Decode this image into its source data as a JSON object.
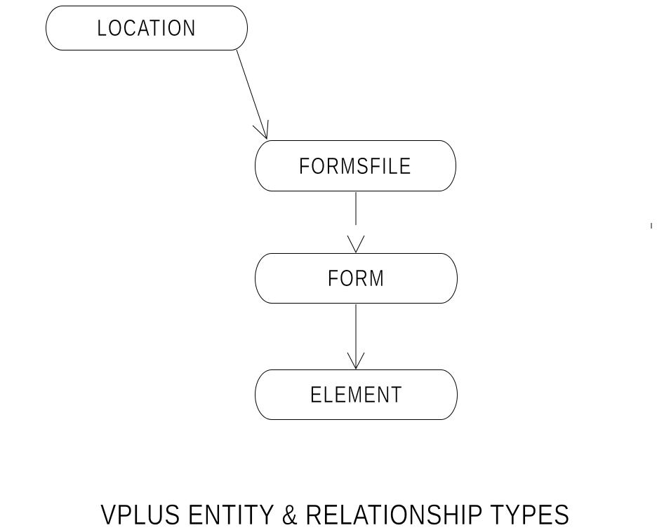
{
  "page": {
    "background_color": "#ffffff",
    "line_color": "#000000"
  },
  "diagram": {
    "title": "VPLUS ENTITY & RELATIONSHIP TYPES",
    "nodes": [
      {
        "id": "location",
        "label": "LOCATION"
      },
      {
        "id": "formsfile",
        "label": "FORMSFILE"
      },
      {
        "id": "form",
        "label": "FORM"
      },
      {
        "id": "element",
        "label": "ELEMENT"
      }
    ],
    "edges": [
      {
        "from": "LOCATION",
        "to": "FORMSFILE",
        "style": "open-arrowhead"
      },
      {
        "from": "FORMSFILE",
        "to": "FORM",
        "style": "open-arrowhead"
      },
      {
        "from": "FORM",
        "to": "ELEMENT",
        "style": "open-arrowhead"
      }
    ]
  }
}
